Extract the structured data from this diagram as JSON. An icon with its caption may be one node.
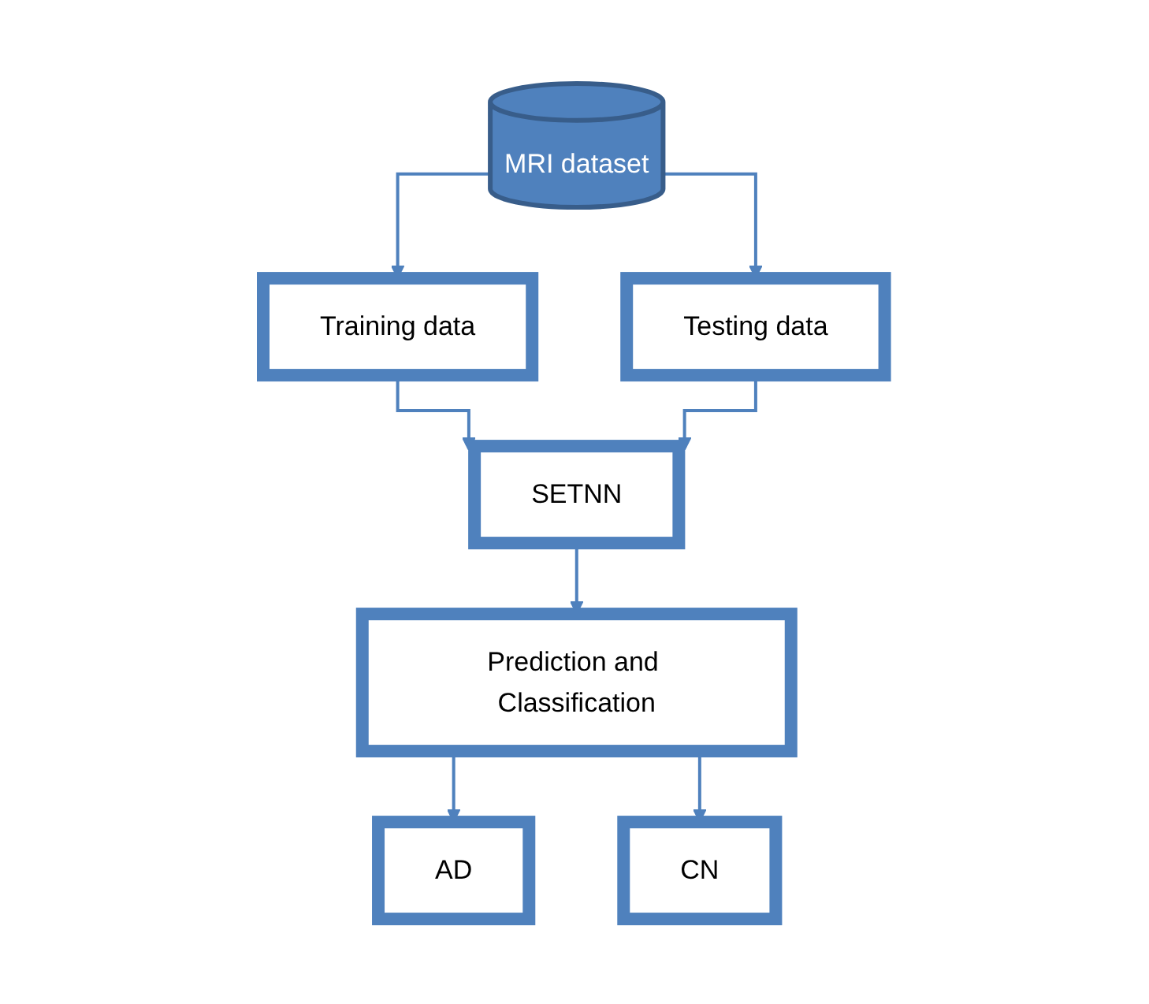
{
  "diagram": {
    "nodes": [
      {
        "text": [
          "MRI dataset"
        ]
      },
      {
        "text": [
          "Training data"
        ]
      },
      {
        "text": [
          "Testing data"
        ]
      },
      {
        "text": [
          "SETNN"
        ]
      },
      {
        "text": [
          "Prediction and Classification"
        ]
      },
      {
        "text": [
          "AD"
        ]
      },
      {
        "text": [
          "CN"
        ]
      }
    ],
    "edges": [
      {
        "from": 0,
        "to": 1,
        "arrow": "to"
      },
      {
        "from": 0,
        "to": 2,
        "arrow": "to"
      },
      {
        "from": 1,
        "to": 3,
        "arrow": "to"
      },
      {
        "from": 2,
        "to": 3,
        "arrow": "to"
      },
      {
        "from": 3,
        "to": 4,
        "arrow": "to"
      },
      {
        "from": 4,
        "to": 5,
        "arrow": "to"
      },
      {
        "from": 4,
        "to": 6,
        "arrow": "to"
      }
    ]
  }
}
